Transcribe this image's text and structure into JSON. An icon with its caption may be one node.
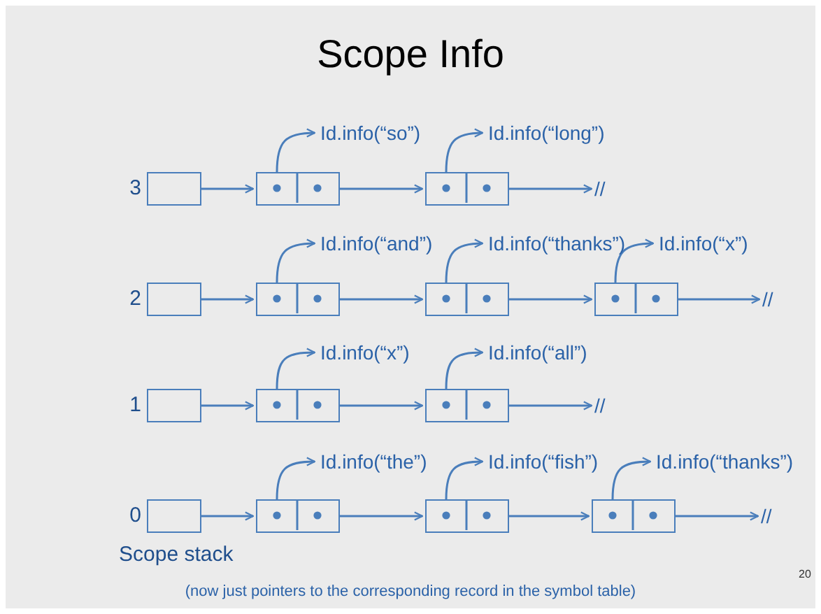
{
  "diagram": {
    "title": "Scope Info",
    "caption": "(now just pointers to the corresponding record in the symbol table)",
    "nodes": [
      {
        "text": [],
        "shape": "box",
        "beside": [
          "3"
        ]
      },
      {
        "text": [],
        "shape": "box"
      },
      {
        "text": [],
        "shape": "box"
      },
      {
        "text": [
          "//"
        ]
      },
      {
        "text": [
          "Id.info(“so”)"
        ]
      },
      {
        "text": [
          "Id.info(“long”)"
        ]
      },
      {
        "text": [],
        "shape": "box",
        "beside": [
          "2"
        ]
      },
      {
        "text": [],
        "shape": "box"
      },
      {
        "text": [],
        "shape": "box"
      },
      {
        "text": [],
        "shape": "box"
      },
      {
        "text": [
          "//"
        ]
      },
      {
        "text": [
          "Id.info(“and”)"
        ]
      },
      {
        "text": [
          "Id.info(“thanks”)"
        ]
      },
      {
        "text": [
          "Id.info(“x”)"
        ]
      },
      {
        "text": [],
        "shape": "box",
        "beside": [
          "1"
        ]
      },
      {
        "text": [],
        "shape": "box"
      },
      {
        "text": [],
        "shape": "box"
      },
      {
        "text": [
          "//"
        ]
      },
      {
        "text": [
          "Id.info(“x”)"
        ]
      },
      {
        "text": [
          "Id.info(“all”)"
        ]
      },
      {
        "text": [],
        "shape": "box",
        "beside": [
          "0"
        ]
      },
      {
        "text": [],
        "shape": "box"
      },
      {
        "text": [],
        "shape": "box"
      },
      {
        "text": [],
        "shape": "box"
      },
      {
        "text": [
          "//"
        ]
      },
      {
        "text": [
          "Id.info(“the”)"
        ]
      },
      {
        "text": [
          "Id.info(“fish”)"
        ]
      },
      {
        "text": [
          "Id.info(“thanks”)"
        ]
      }
    ],
    "edges": [
      {
        "from": 0,
        "to": 1,
        "arrow": "to"
      },
      {
        "from": 1,
        "to": 2,
        "arrow": "to"
      },
      {
        "from": 2,
        "to": 3,
        "arrow": "to"
      },
      {
        "from": 1,
        "to": 4,
        "arrow": "to"
      },
      {
        "from": 2,
        "to": 5,
        "arrow": "to"
      },
      {
        "from": 6,
        "to": 7,
        "arrow": "to"
      },
      {
        "from": 7,
        "to": 8,
        "arrow": "to"
      },
      {
        "from": 8,
        "to": 9,
        "arrow": "to"
      },
      {
        "from": 9,
        "to": 10,
        "arrow": "to"
      },
      {
        "from": 7,
        "to": 11,
        "arrow": "to"
      },
      {
        "from": 8,
        "to": 12,
        "arrow": "to"
      },
      {
        "from": 9,
        "to": 13,
        "arrow": "to"
      },
      {
        "from": 14,
        "to": 15,
        "arrow": "to"
      },
      {
        "from": 15,
        "to": 16,
        "arrow": "to"
      },
      {
        "from": 16,
        "to": 17,
        "arrow": "to"
      },
      {
        "from": 15,
        "to": 18,
        "arrow": "to"
      },
      {
        "from": 16,
        "to": 19,
        "arrow": "to"
      },
      {
        "from": 20,
        "to": 21,
        "arrow": "to"
      },
      {
        "from": 21,
        "to": 22,
        "arrow": "to"
      },
      {
        "from": 22,
        "to": 23,
        "arrow": "to"
      },
      {
        "from": 23,
        "to": 24,
        "arrow": "to"
      },
      {
        "from": 21,
        "to": 25,
        "arrow": "to"
      },
      {
        "from": 22,
        "to": 26,
        "arrow": "to"
      },
      {
        "from": 23,
        "to": 27,
        "arrow": "to"
      }
    ],
    "labels": [
      "Scope stack",
      "20"
    ]
  }
}
